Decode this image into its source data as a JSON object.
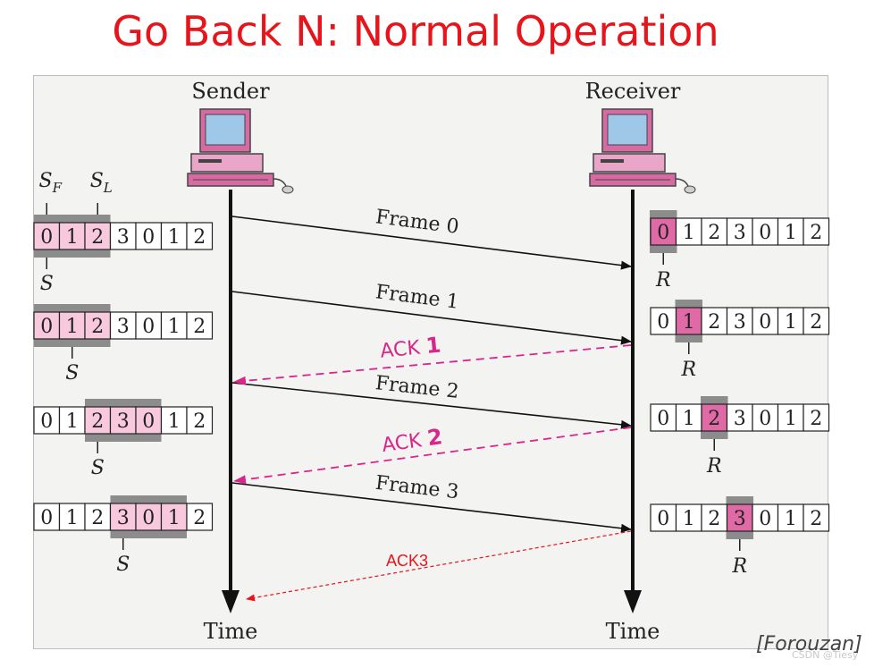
{
  "title": "Go Back N: Normal Operation",
  "sender_label": "Sender",
  "receiver_label": "Receiver",
  "sender_time_label": "Time",
  "receiver_time_label": "Time",
  "source": "[Forouzan]",
  "watermark": "CSDN @Tiesy",
  "colors": {
    "title": "#e8141b",
    "window": "#8c8c8c",
    "highlight": "#f8c8dd",
    "receiver_slot": "#e06aa6",
    "ack": "#d9268a",
    "ack3": "#e8141b"
  },
  "sequence": [
    "0",
    "1",
    "2",
    "3",
    "0",
    "1",
    "2"
  ],
  "pointer_labels": {
    "sf": "S",
    "sf_sub": "F",
    "sl": "S",
    "sl_sub": "L",
    "s": "S",
    "r": "R"
  },
  "frames": [
    "Frame 0",
    "Frame 1",
    "Frame 2",
    "Frame 3"
  ],
  "acks": [
    {
      "text": "ACK ",
      "number": "1"
    },
    {
      "text": "ACK ",
      "number": "2"
    }
  ],
  "ack3": "ACK3",
  "sender_windows": [
    {
      "window_start": 0,
      "window_size": 3,
      "next": 0,
      "shows_sf_sl": true
    },
    {
      "window_start": 0,
      "window_size": 3,
      "next": 1,
      "shows_sf_sl": false
    },
    {
      "window_start": 2,
      "window_size": 3,
      "next": 2,
      "shows_sf_sl": false
    },
    {
      "window_start": 3,
      "window_size": 3,
      "next": 3,
      "shows_sf_sl": false
    }
  ],
  "receiver_windows": [
    {
      "expected": 0
    },
    {
      "expected": 1
    },
    {
      "expected": 2
    },
    {
      "expected": 3
    }
  ]
}
